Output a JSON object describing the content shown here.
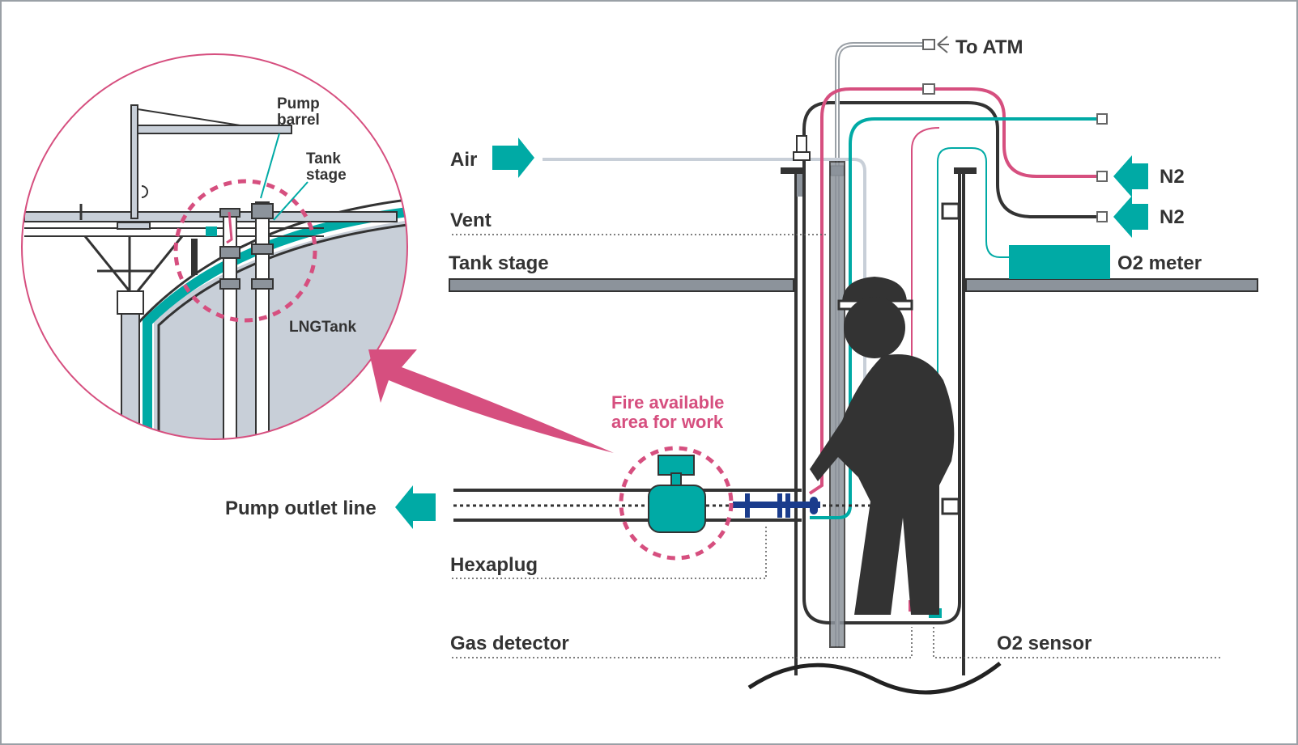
{
  "labels": {
    "to_atm": "To ATM",
    "air": "Air",
    "n2_upper": "N2",
    "n2_lower": "N2",
    "vent": "Vent",
    "tank_stage": "Tank stage",
    "o2_meter": "O2 meter",
    "pump_outlet_line": "Pump outlet line",
    "fire_area_line1": "Fire available",
    "fire_area_line2": "area for work",
    "hexaplug": "Hexaplug",
    "gas_detector": "Gas detector",
    "o2_sensor": "O2 sensor"
  },
  "inset": {
    "pump_barrel_line1": "Pump",
    "pump_barrel_line2": "barrel",
    "tank_stage_line1": "Tank",
    "tank_stage_line2": "stage",
    "lng_tank": "LNGTank"
  },
  "colors": {
    "teal": "#00aaa5",
    "pink": "#d64f7f",
    "dark": "#333333",
    "light_gray": "#c8cfd8",
    "navy": "#1a3c8c",
    "stage_gray": "#8c939b"
  }
}
